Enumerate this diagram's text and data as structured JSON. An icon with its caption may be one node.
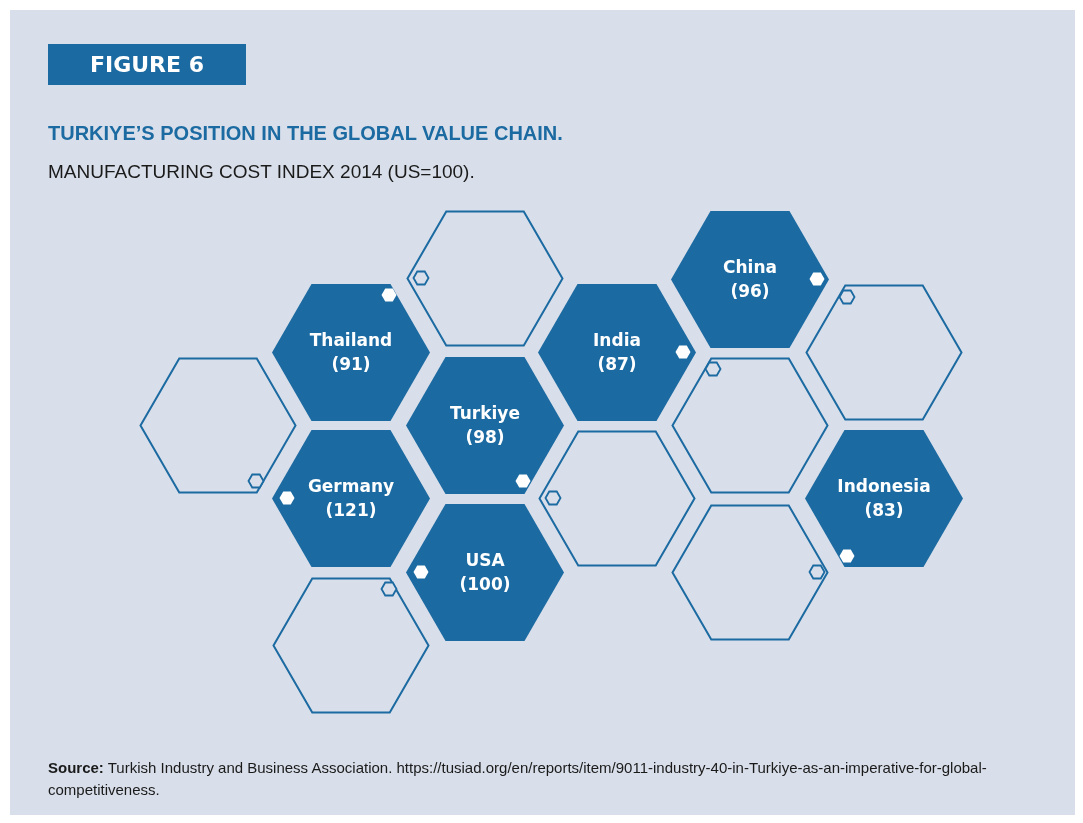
{
  "diagram": {
    "title": "TURKIYE’S POSITION IN THE GLOBAL VALUE CHAIN.",
    "caption": "**Source:** Turkish Industry and Business Association. https://tusiad.org/en/reports/item/9011-industry-40-in-Turkiye-as-an-imperative-for-global-competitiveness.",
    "nodes": [
      {
        "text": [],
        "shape": "hexagon"
      },
      {
        "text": [
          "China",
          "(96)"
        ]
      },
      {
        "text": [
          "Thailand",
          "(91)"
        ]
      },
      {
        "text": [
          "India",
          "(87)"
        ]
      },
      {
        "text": [],
        "shape": "hexagon"
      },
      {
        "text": [],
        "shape": "hexagon"
      },
      {
        "text": [
          "Turkiye",
          "(98)"
        ]
      },
      {
        "text": [],
        "shape": "hexagon"
      },
      {
        "text": [
          "Germany",
          "(121)"
        ]
      },
      {
        "text": [],
        "shape": "hexagon"
      },
      {
        "text": [
          "Indonesia",
          "(83)"
        ]
      },
      {
        "text": [
          "USA",
          "(100)"
        ]
      },
      {
        "text": [],
        "shape": "hexagon"
      },
      {
        "text": [],
        "shape": "hexagon"
      }
    ],
    "labels": [
      "FIGURE 6",
      "MANUFACTURING COST INDEX 2014 (US=100)."
    ]
  }
}
